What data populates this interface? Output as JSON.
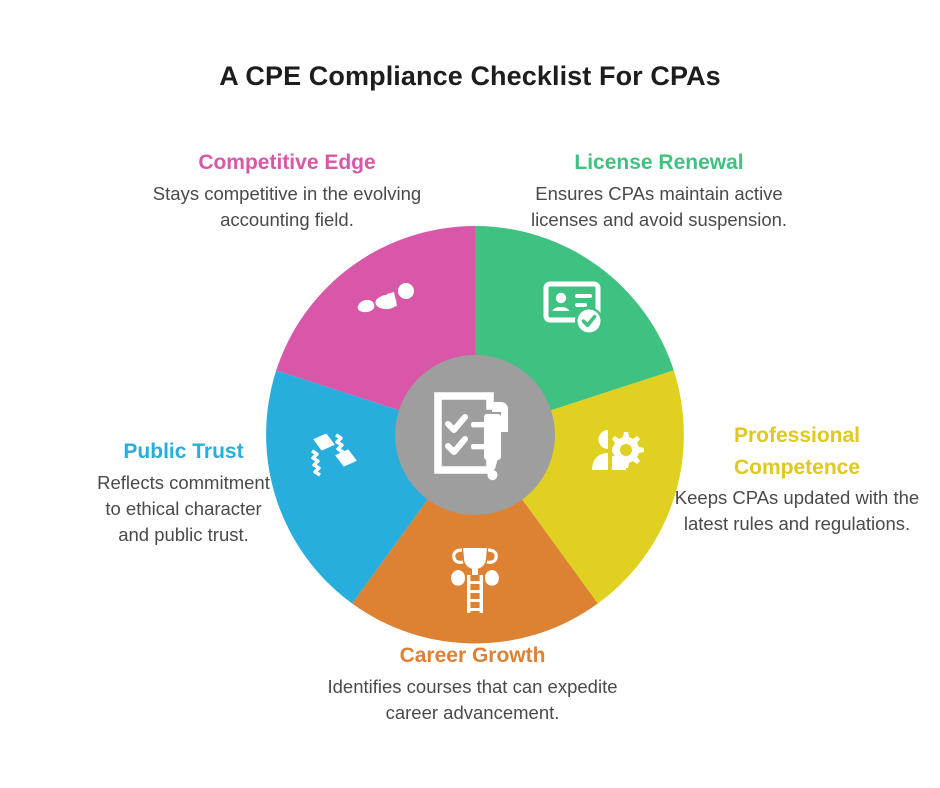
{
  "title": "A CPE Compliance Checklist For CPAs",
  "center": {
    "icon": "clipboard-checklist-pen-icon",
    "color": "#9e9e9e"
  },
  "chart_data": {
    "type": "pie",
    "title": "A CPE Compliance Checklist For CPAs",
    "subtitle": "",
    "xlabel": "",
    "ylabel": "",
    "legend_position": "around-chart",
    "grid": false,
    "categories": [
      "License Renewal",
      "Professional Competence",
      "Career Growth",
      "Public Trust",
      "Competitive Edge"
    ],
    "values": [
      20,
      20,
      20,
      20,
      20
    ],
    "colors": [
      "#3fc281",
      "#e0d021",
      "#dd8233",
      "#27aedd",
      "#d957a8"
    ],
    "annotations": [
      "Ensures CPAs maintain active licenses and avoid suspension.",
      "Keeps CPAs updated with the latest rules and regulations.",
      "Identifies courses that can expedite career advancement.",
      "Reflects commitment to ethical character and public trust.",
      "Stays competitive in the evolving accounting field."
    ]
  },
  "segments": [
    {
      "id": "license-renewal",
      "title": "License Renewal",
      "desc": "Ensures CPAs maintain active licenses and avoid suspension.",
      "color": "#3fc281",
      "icon": "id-card-check-icon"
    },
    {
      "id": "professional-competence",
      "title": "Professional Competence",
      "desc": "Keeps CPAs updated with the latest rules and regulations.",
      "color": "#e0d021",
      "icon": "person-gear-icon"
    },
    {
      "id": "career-growth",
      "title": "Career Growth",
      "desc": "Identifies courses that can expedite career advancement.",
      "color": "#dd8233",
      "icon": "trophy-ladder-icon"
    },
    {
      "id": "public-trust",
      "title": "Public Trust",
      "desc": "Reflects commitment to ethical character and public trust.",
      "color": "#27aedd",
      "icon": "handshake-icon"
    },
    {
      "id": "competitive-edge",
      "title": "Competitive Edge",
      "desc": "Stays competitive in the evolving accounting field.",
      "color": "#d957a8",
      "icon": "runner-icon"
    }
  ]
}
